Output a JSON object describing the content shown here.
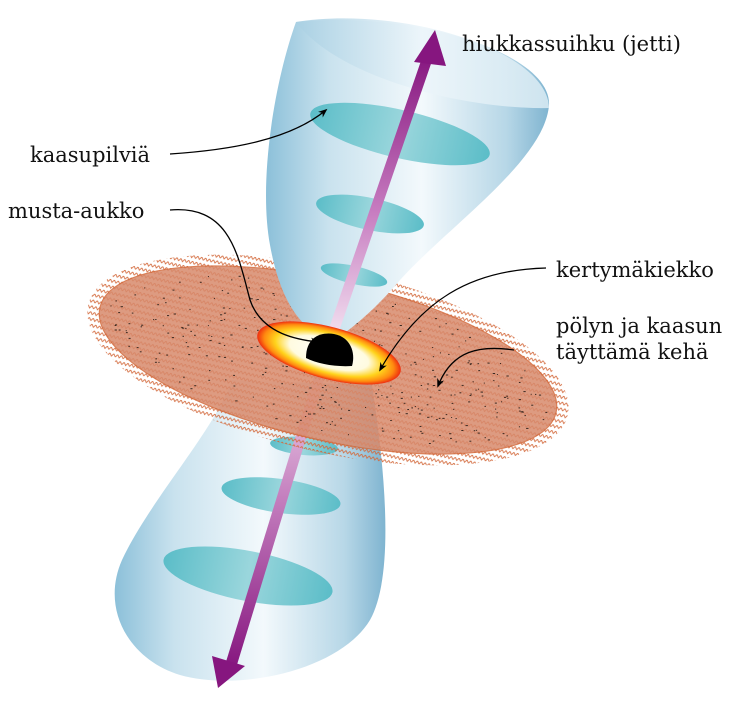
{
  "labels": {
    "jet": "hiukkassuihku (jetti)",
    "clouds": "kaasupilviä",
    "black_hole": "musta-aukko",
    "accretion_disk": "kertymäkiekko",
    "torus_line1": "pölyn ja kaasun",
    "torus_line2": "täyttämä kehä"
  },
  "colors": {
    "cone_light": "#eef6fa",
    "cone_dark": "#7fb6d3",
    "cloud": "#59bfc9",
    "jet_arrow": "#8e1f86",
    "dust_torus": "#d4896b",
    "torus_edge": "#d36a3c",
    "disk_outer": "#f03a14",
    "disk_mid": "#ffd21a",
    "disk_inner": "#ffffff",
    "black_hole": "#000000"
  }
}
